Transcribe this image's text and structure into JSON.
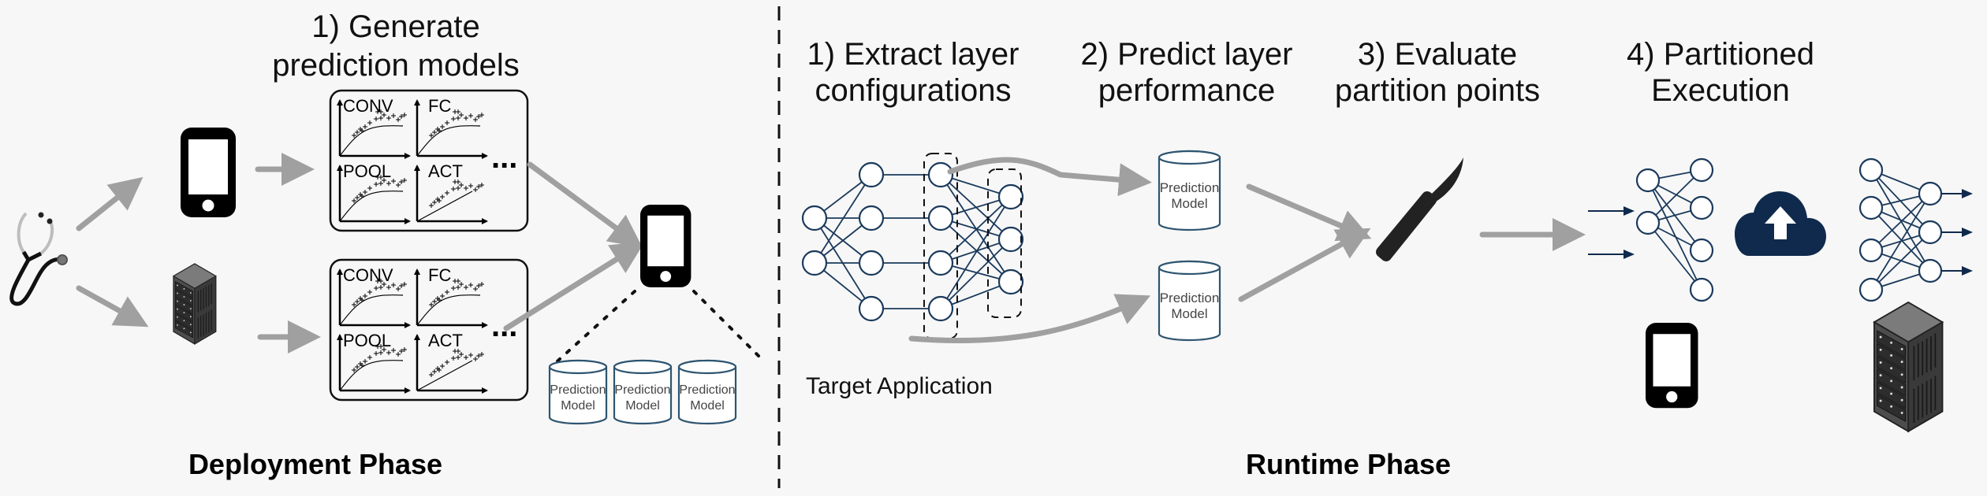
{
  "deployment": {
    "step1_title_line1": "1) Generate",
    "step1_title_line2": "prediction models",
    "phase_label": "Deployment Phase",
    "plot_groups": [
      {
        "device": "mobile",
        "plots": [
          "CONV",
          "FC",
          "POOL",
          "ACT"
        ],
        "ellipsis": "..."
      },
      {
        "device": "server",
        "plots": [
          "CONV",
          "FC",
          "POOL",
          "ACT"
        ],
        "ellipsis": "..."
      }
    ],
    "prediction_models": [
      {
        "line1": "Prediction",
        "line2": "Model"
      },
      {
        "line1": "Prediction",
        "line2": "Model"
      },
      {
        "line1": "Prediction",
        "line2": "Model"
      }
    ]
  },
  "runtime": {
    "phase_label": "Runtime Phase",
    "steps": [
      {
        "line1": "1) Extract layer",
        "line2": "configurations"
      },
      {
        "line1": "2) Predict layer",
        "line2": "performance"
      },
      {
        "line1": "3) Evaluate",
        "line2": "partition points"
      },
      {
        "line1": "4) Partitioned",
        "line2": "Execution"
      }
    ],
    "target_application_label": "Target Application",
    "prediction_models": [
      {
        "line1": "Prediction",
        "line2": "Model"
      },
      {
        "line1": "Prediction",
        "line2": "Model"
      }
    ]
  },
  "icons": {
    "stethoscope": "stethoscope-icon",
    "phone": "smartphone-icon",
    "server": "server-rack-icon",
    "scalpel": "scalpel-icon",
    "cloud": "cloud-upload-icon"
  },
  "colors": {
    "background": "#f7f7f7",
    "arrow_gray": "#a0a0a0",
    "network_navy": "#1b3a5c",
    "cloud_navy": "#0f2a4d"
  }
}
